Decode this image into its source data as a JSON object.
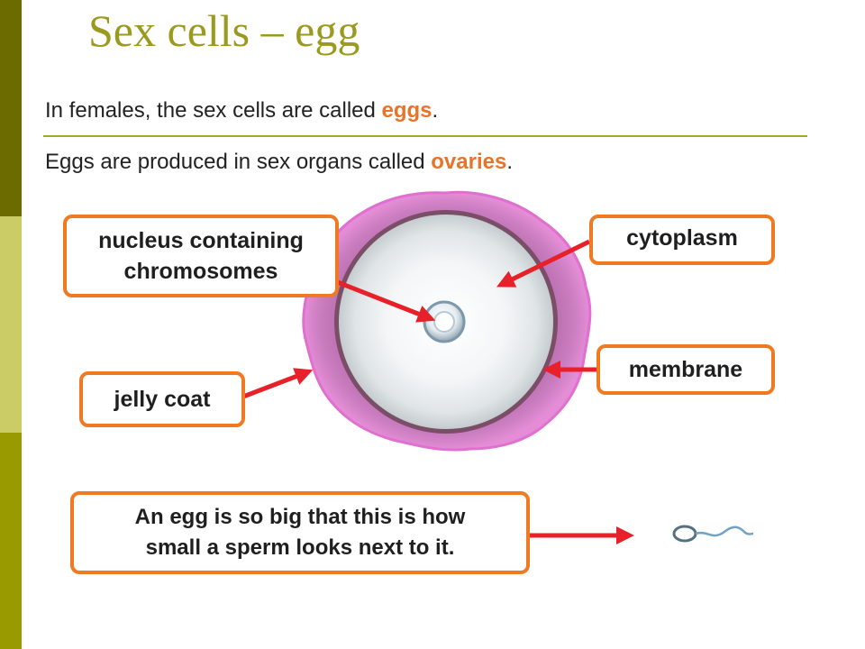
{
  "slide": {
    "title": "Sex cells – egg",
    "line1": {
      "before": "In females, the sex cells are called ",
      "highlight": "eggs",
      "after": "."
    },
    "line2": {
      "before": "Eggs are produced in sex organs called ",
      "highlight": "ovaries",
      "after": "."
    }
  },
  "labels": {
    "nucleus_line1": "nucleus containing",
    "nucleus_line2": "chromosomes",
    "cytoplasm": "cytoplasm",
    "membrane": "membrane",
    "jelly_coat": "jelly coat",
    "sperm_note_line1": "An egg is so big that this is how",
    "sperm_note_line2": "small a sperm looks next to it."
  },
  "colors": {
    "title": "#9a9a1e",
    "highlight": "#e8742a",
    "callout_border": "#f07a22",
    "arrow": "#e8202a",
    "rule": "#a8a820",
    "sidebar_dark": "#6b6b00",
    "sidebar_light": "#cccc66",
    "sidebar_mid": "#999900"
  },
  "icons": {
    "egg": "egg-cell-illustration",
    "sperm": "sperm-illustration"
  }
}
